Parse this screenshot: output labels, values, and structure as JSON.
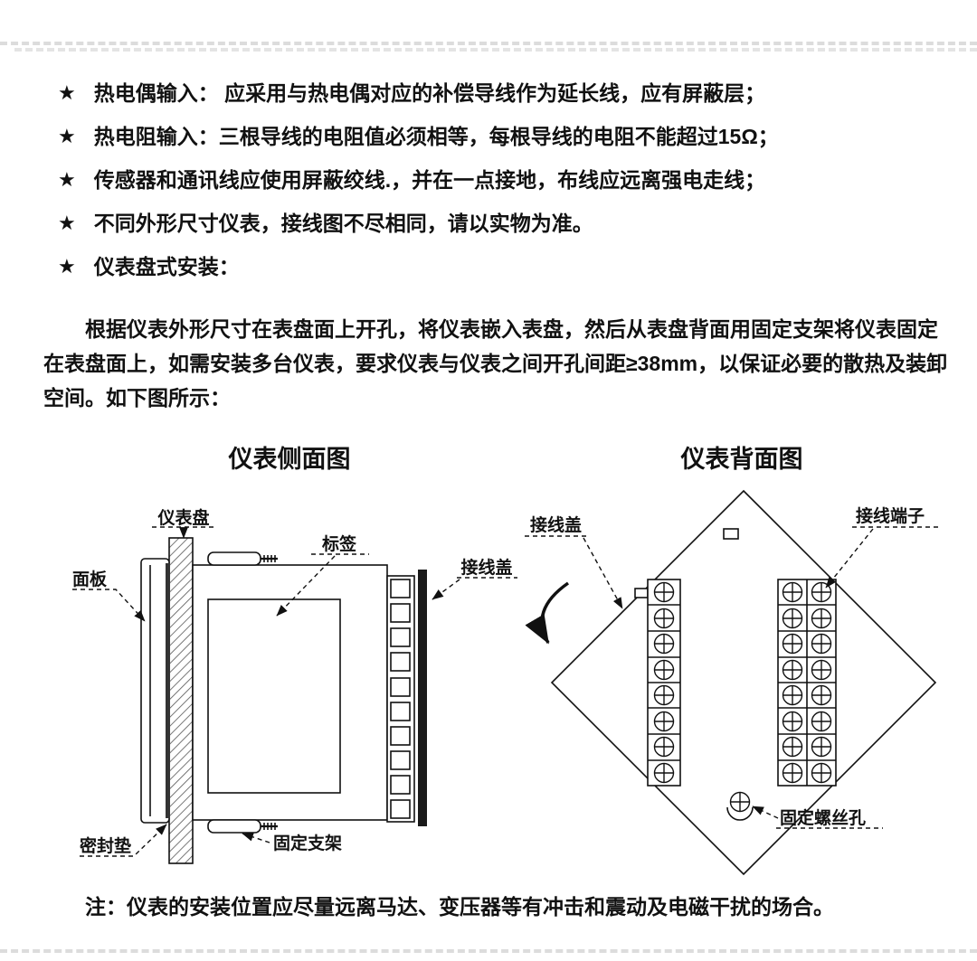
{
  "bullets": [
    {
      "marker": "★",
      "text": "热电偶输入： 应采用与热电偶对应的补偿导线作为延长线，应有屏蔽层；"
    },
    {
      "marker": "★",
      "text": "热电阻输入：三根导线的电阻值必须相等，每根导线的电阻不能超过15Ω；"
    },
    {
      "marker": "★",
      "text": "传感器和通讯线应使用屏蔽绞线.，并在一点接地，布线应远离强电走线；"
    },
    {
      "marker": "★",
      "text": "不同外形尺寸仪表，接线图不尽相同，请以实物为准。"
    },
    {
      "marker": "★",
      "text": "仪表盘式安装："
    }
  ],
  "paragraph": "根据仪表外形尺寸在表盘面上开孔，将仪表嵌入表盘，然后从表盘背面用固定支架将仪表固定在表盘面上，如需安装多台仪表，要求仪表与仪表之间开孔间距≥38mm，以保证必要的散热及装卸空间。如下图所示：",
  "diagrams": {
    "side_view": {
      "title": "仪表侧面图",
      "labels": {
        "panel": "仪表盘",
        "front_panel": "面板",
        "tag": "标签",
        "terminal_cover": "接线盖",
        "gasket": "密封垫",
        "bracket": "固定支架"
      }
    },
    "back_view": {
      "title": "仪表背面图",
      "labels": {
        "terminal_cover": "接线盖",
        "terminals": "接线端子",
        "screw_hole": "固定螺丝孔"
      }
    }
  },
  "note": "注：仪表的安装位置应尽量远离马达、变压器等有冲击和震动及电磁干扰的场合。"
}
